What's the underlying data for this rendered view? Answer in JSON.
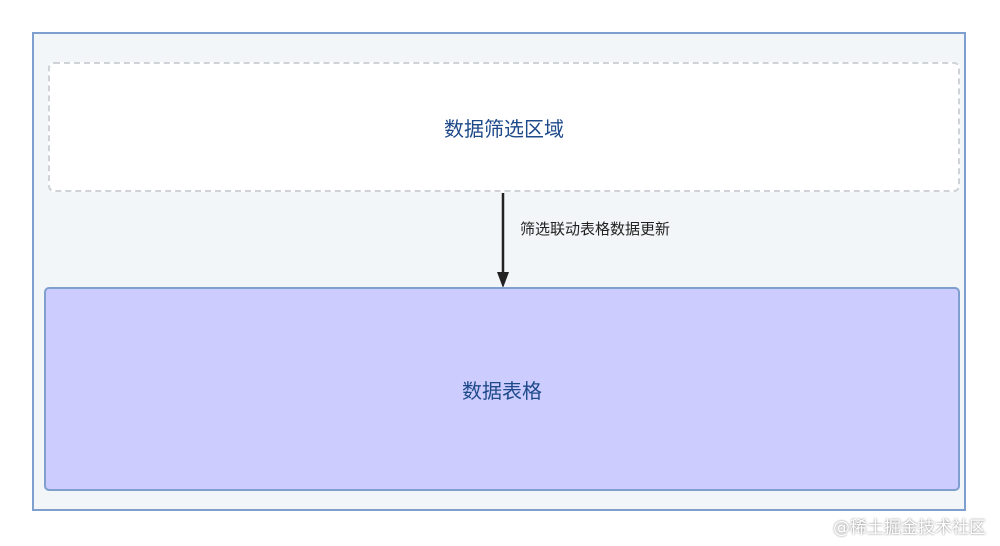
{
  "diagram": {
    "filter_area": {
      "label": "数据筛选区域"
    },
    "table_area": {
      "label": "数据表格"
    },
    "edge": {
      "label": "筛选联动表格数据更新"
    },
    "colors": {
      "container_border": "#7f9fcf",
      "container_fill": "#f3f6f8",
      "filter_border": "#cfd3d8",
      "table_fill": "#ccccff",
      "label_text": "#1f4a8a",
      "arrow": "#222222"
    }
  },
  "watermark": {
    "text": "@稀土掘金技术社区"
  }
}
